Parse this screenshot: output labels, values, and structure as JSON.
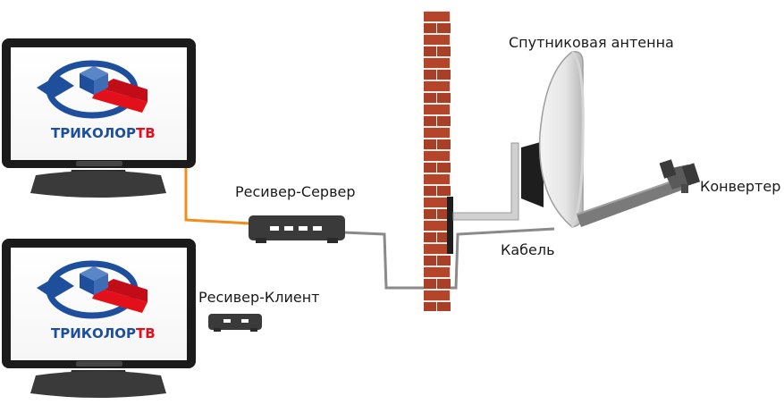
{
  "labels": {
    "antenna": "Спутниковая антенна",
    "converter": "Конвертер",
    "cable": "Кабель",
    "receiver_server": "Ресивер-Сервер",
    "receiver_client": "Ресивер-Клиент"
  },
  "logo": {
    "brand_main": "ТРИКОЛОР",
    "brand_suffix": "ТВ"
  },
  "colors": {
    "logo_blue": "#1d4f9c",
    "logo_red": "#e3101c",
    "brick": "#b5452a",
    "mortar": "#f2ece6",
    "cable_grey": "#8a8a8a",
    "cable_orange": "#f28c1c",
    "device_dark": "#3a3a3a"
  },
  "icons": [
    "monitor-icon",
    "tricolor-logo",
    "receiver-icon",
    "satellite-dish-icon",
    "brick-wall-icon"
  ]
}
